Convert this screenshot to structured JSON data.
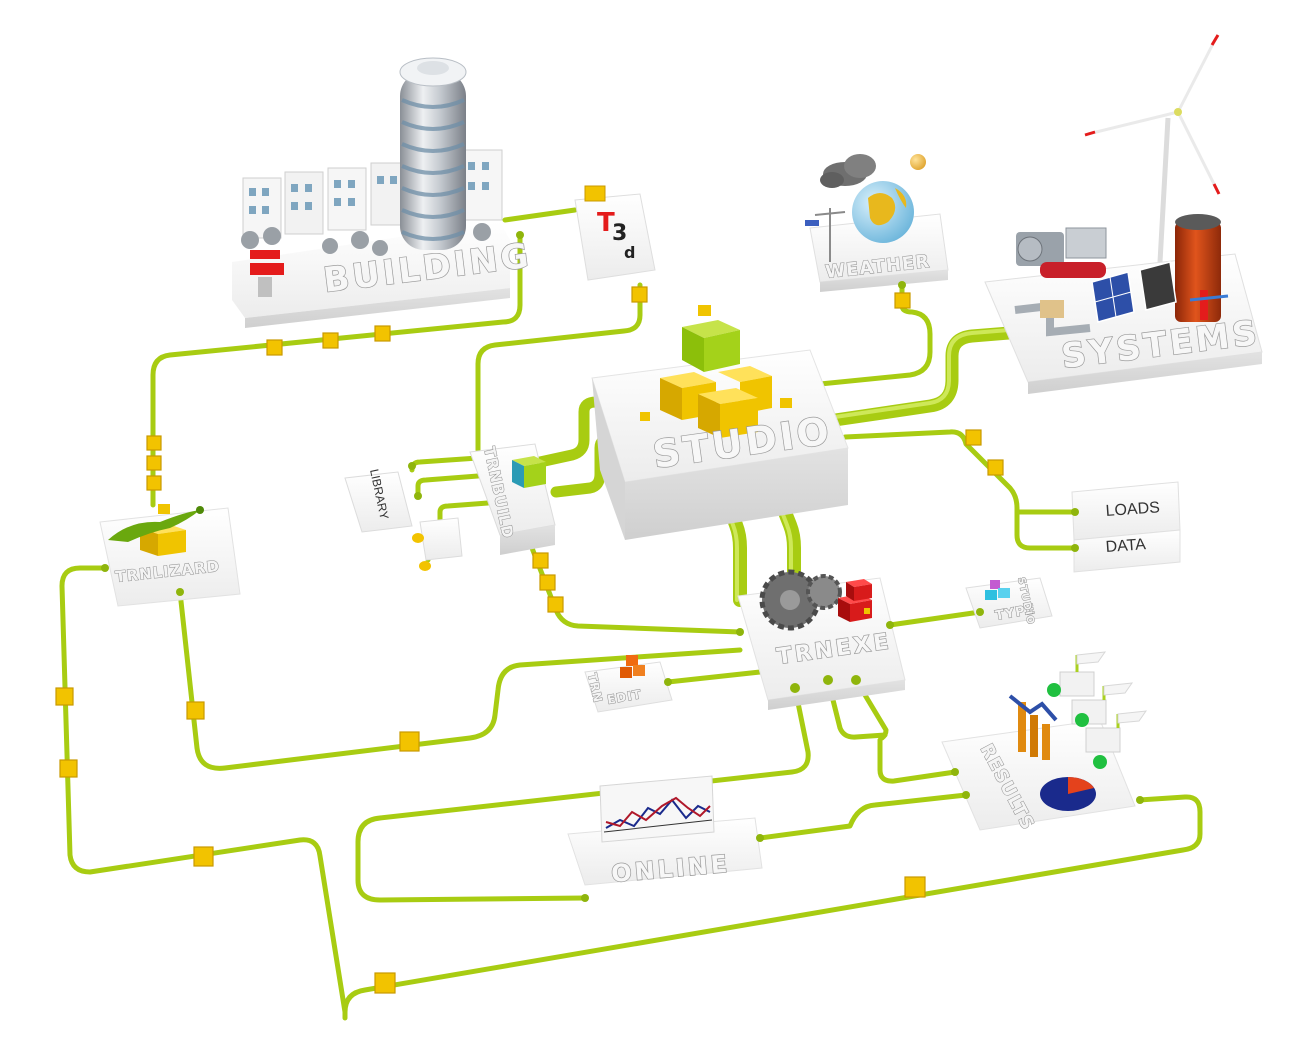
{
  "nodes": {
    "building": "BUILDING",
    "t3d_t": "T",
    "t3d_3": "3",
    "t3d_d": "d",
    "weather": "WEATHER",
    "systems": "SYSTEMS",
    "studio": "STUDIO",
    "trnbuild": "TRNBUILD",
    "library": "LIBRARY",
    "trnlizard": "TRNLIZARD",
    "loads": "LOADS",
    "data": "DATA",
    "trnexe": "TRNEXE",
    "type": "TYPE",
    "studio_small": "STUDIO",
    "trn": "TRN",
    "edit": "EDIT",
    "results": "RESULTS",
    "online": "ONLINE"
  },
  "colors": {
    "pipe": "#a8cc12",
    "connector": "#f2c300",
    "cube_green": "#9acb10",
    "cube_yellow": "#f0c400",
    "accent_red": "#e41c1c"
  },
  "icons": {
    "studio": "cube-stack-icon",
    "trnexe": "gears-icon",
    "weather": "globe-icon",
    "systems": "wind-turbine-icon",
    "online": "line-plot-icon",
    "results": "bar-pie-chart-icon",
    "trnlizard": "lizard-icon"
  }
}
